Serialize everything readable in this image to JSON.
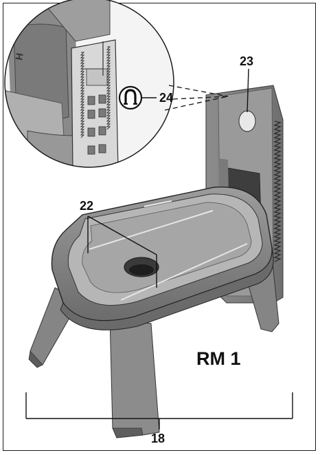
{
  "figure": {
    "model_label": "RM 1",
    "callouts": {
      "c18": "18",
      "c22": "22",
      "c23": "23",
      "c24": "24"
    },
    "magnet_icon": "magnet-icon"
  }
}
